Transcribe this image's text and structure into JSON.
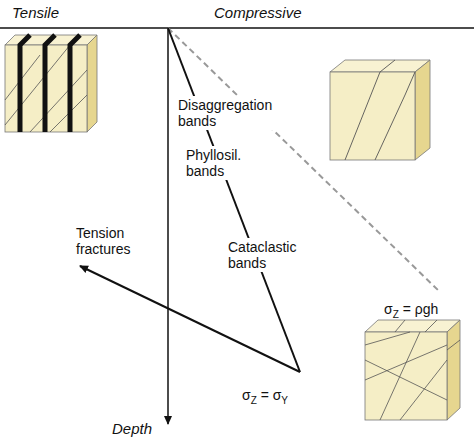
{
  "diagram": {
    "labels": [
      "Tensile",
      "Compressive",
      "Disaggregation bands",
      "Phyllosil. bands",
      "Cataclastic bands",
      "Tension fractures",
      "σZ = ρgh",
      "σZ = σY",
      "Depth"
    ]
  }
}
